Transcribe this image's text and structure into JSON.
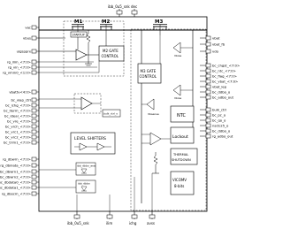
{
  "colors": {
    "line": "#000000",
    "background": "#ffffff",
    "dashed": "#333333"
  },
  "top_pins": [
    "ibb_0u5_snk",
    "dec"
  ],
  "bottom_pins": [
    "ibb_0u5_snk",
    "ilim",
    "ichg",
    "avss"
  ],
  "left_pins": [
    "vac",
    "vbus",
    "ulgspprx",
    "rg_ilim_<7:0>",
    "rg_vin_<7:0>",
    "rg_vmin0_<1:0>",
    "vbattv<4:0>",
    "bc_vlap_ctrl",
    "bc_ichg_<7:0>",
    "bc_iterm_<7:0>",
    "bc_ideal_<7:0>",
    "bc_vre_<7:0>",
    "bc_vrch_<7:0>",
    "bc_vrc1_<7:0>",
    "bc_vrc2_<7:0>",
    "bc_trim1_<7:0>",
    "rg_dbwrn_<7:0>",
    "rg_dbnlata_<7:0>",
    "bc_dbwrn1_<7:0>",
    "bc_dbwrn2_<7:0>",
    "bc_dbdata0_<7:0>",
    "bc_dbdata1_<7:0>",
    "rg_dbocm_<7:0>"
  ],
  "right_pins": [
    "vbat",
    "vbat_fb",
    "vdo",
    "bc_chgst_<7:0>",
    "bc_ntc_<7:0>",
    "bc_flag_<7:0>",
    "bc_vbat_<7:0>",
    "vbat_lep",
    "bc_ddbo_o",
    "bc_adbo_out",
    "bulk_ctrl",
    "bc_pc_o",
    "bc_qo_o",
    "nsd125_o",
    "bc_ddbo_o",
    "rg_adbo_out"
  ],
  "blocks": {
    "m1": "M1",
    "m2": "M2",
    "m3": "M3",
    "startup": "STARTUP",
    "m2_gate_line1": "M2 GATE",
    "m2_gate_line2": "CONTROL",
    "m3_gate_line1": "M3 GATE",
    "m3_gate_line2": "CONTROL",
    "ntc": "NTC",
    "lockout": "Lockout",
    "thermal_line1": "THERMAL",
    "thermal_line2": "SHUTDOWN",
    "vicom_line1": "VICOMV",
    "vicom_line2": "8-bits",
    "level_shifters": "LEVEL SHIFTERS",
    "vbatt_ctrl": "bulk_ctrl_o",
    "ibb_dbbo_ana": "ibb_dbbo_ana",
    "ibb_dbbo": "ibb_dbbo"
  },
  "node_labels": {
    "vbias_a": "Vbias",
    "vbias_b": "Vbias",
    "vbsense": "Vbsense"
  }
}
